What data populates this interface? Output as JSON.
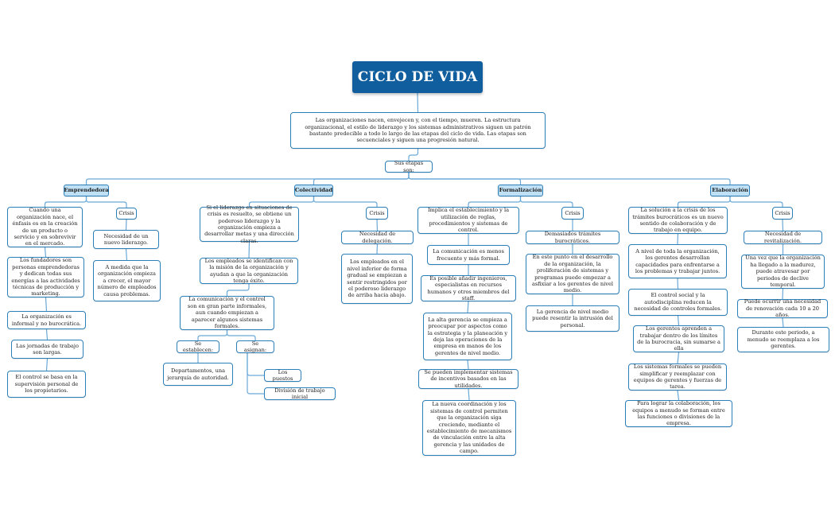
{
  "colors": {
    "title_bg": "#105e9e",
    "border": "#2d7fba",
    "stage_bg": "#bfe0f5",
    "connector": "#6aa9d8"
  },
  "nodes": [
    {
      "id": "title",
      "text": "CICLO DE VIDA"
    },
    {
      "id": "intro",
      "text": "Las organizaciones nacen, envejecen y, con el tiempo, mueren. La estructura organizacional, el estilo de liderazgo y los sistemas administrativos siguen un patrón bastante predecible a todo lo largo de las etapas del ciclo de vida. Las etapas son secuenciales y siguen una progresión natural."
    },
    {
      "id": "etapas",
      "text": "Sus etapas son:"
    },
    {
      "id": "emp",
      "text": "Emprendedora"
    },
    {
      "id": "emp1",
      "text": "Cuando una organización nace, el énfasis es en la creación de un producto o servicio y en sobrevivir en el mercado."
    },
    {
      "id": "emp2",
      "text": "Los fundadores son personas emprendedoras y dedican todas sus energías a las actividades técnicas de producción y marketing."
    },
    {
      "id": "emp3",
      "text": "La organización es informal y no burocrática."
    },
    {
      "id": "emp4",
      "text": "Las jornadas de trabajo son largas."
    },
    {
      "id": "emp5",
      "text": "El control se basa en la supervisión personal de los propietarios."
    },
    {
      "id": "empc",
      "text": "Crisis"
    },
    {
      "id": "empc1",
      "text": "Necesidad de un nuevo liderazgo."
    },
    {
      "id": "empc2",
      "text": "A medida que la organización empieza a crecer, el mayor número de empleados causa problemas."
    },
    {
      "id": "col",
      "text": "Colectividad"
    },
    {
      "id": "col1",
      "text": "Si el liderazgo en situaciones de crisis es resuelto, se obtiene un poderoso liderazgo y la organización empieza a desarrollar metas y una dirección claras."
    },
    {
      "id": "col2",
      "text": "Los empleados se identifican con la misión de la organización y ayudan a que la organización tenga éxito."
    },
    {
      "id": "col3",
      "text": "La comunicación y el control son en gran parte informales, aun cuando empiezan a aparecer algunos sistemas formales."
    },
    {
      "id": "colse",
      "text": "Se establecen:"
    },
    {
      "id": "colse1",
      "text": "Departamentos, una jerarquía de autoridad."
    },
    {
      "id": "colsa",
      "text": "Se asignan:"
    },
    {
      "id": "colsa1",
      "text": "Los puestos"
    },
    {
      "id": "colsa2",
      "text": "División de trabajo inicial"
    },
    {
      "id": "colc",
      "text": "Crisis"
    },
    {
      "id": "colc1",
      "text": "Necesidad de delegación."
    },
    {
      "id": "colc2",
      "text": "Los empleados en el nivel inferior de forma gradual se empiezan a sentir restringidos por el poderoso liderazgo de arriba hacia abajo."
    },
    {
      "id": "for",
      "text": "Formalización"
    },
    {
      "id": "for1",
      "text": "Implica el establecimiento y la utilización de reglas, procedimientos y sistemas de control."
    },
    {
      "id": "for2",
      "text": "La comunicación es menos frecuente y más formal."
    },
    {
      "id": "for3",
      "text": "Es posible añadir ingenieros, especialistas en recursos humanos y otros miembros del staff."
    },
    {
      "id": "for4",
      "text": "La alta gerencia se empieza a preocupar por aspectos como la estrategia y la planeación y deja las operaciones de la empresa en manos de los gerentes de nivel medio."
    },
    {
      "id": "for5",
      "text": "Se pueden implementar sistemas de incentivos basados en las utilidades."
    },
    {
      "id": "for6",
      "text": "La nueva coordinación y los sistemas de control permiten que la organización siga creciendo, mediante el establecimiento de mecanismos de vinculación entre la alta gerencia y las unidades de campo."
    },
    {
      "id": "forc",
      "text": "Crisis"
    },
    {
      "id": "forc1",
      "text": "Demasiados trámites burocráticos."
    },
    {
      "id": "forc2",
      "text": "En este punto en el desarrollo de la organización, la proliferación de sistemas y programas puede empezar a asfixiar a los gerentes de nivel medio."
    },
    {
      "id": "forc3",
      "text": "La gerencia de nivel medio puede resentir la intrusión del personal."
    },
    {
      "id": "ela",
      "text": "Elaboración"
    },
    {
      "id": "ela1",
      "text": "La solución a la crisis de los trámites burocráticos es un nuevo sentido de colaboración y de trabajo en equipo."
    },
    {
      "id": "ela2",
      "text": "A nivel de toda la organización, los gerentes desarrollan capacidades para enfrentarse a los problemas y trabajar juntos."
    },
    {
      "id": "ela3",
      "text": "El control social y la autodisciplina reducen la necesidad de controles formales."
    },
    {
      "id": "ela4",
      "text": "Los gerentes aprenden a trabajar dentro de los límites de la burocracia, sin sumarse a ella"
    },
    {
      "id": "ela5",
      "text": "Los sistemas formales se pueden simplificar y reemplazar con equipos de gerentes y fuerzas de tarea."
    },
    {
      "id": "ela6",
      "text": "Para lograr la colaboración, los equipos a menudo se forman entre las funciones o divisiones de la empresa."
    },
    {
      "id": "elac",
      "text": "Crisis"
    },
    {
      "id": "elac1",
      "text": "Necesidad de revitalización."
    },
    {
      "id": "elac2",
      "text": "Una vez que la organización ha llegado a la madurez, puede atravesar por periodos de declive temporal."
    },
    {
      "id": "elac3",
      "text": "Puede ocurrir una necesidad de renovación cada 10 a 20 años."
    },
    {
      "id": "elac4",
      "text": "Durante este periodo, a menudo se reemplaza a los gerentes."
    }
  ]
}
